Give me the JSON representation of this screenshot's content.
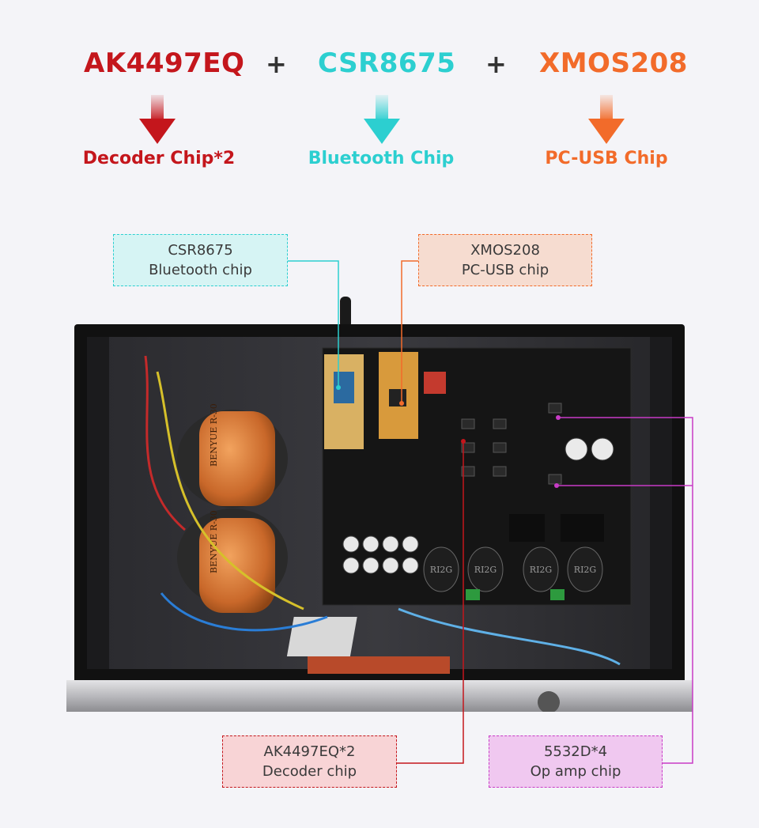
{
  "header": {
    "chip1": {
      "name": "AK4497EQ",
      "desc": "Decoder Chip*2",
      "color": "#c4161c"
    },
    "chip2": {
      "name": "CSR8675",
      "desc": "Bluetooth Chip",
      "color": "#2ccfd0"
    },
    "chip3": {
      "name": "XMOS208",
      "desc": "PC-USB Chip",
      "color": "#f26b2a"
    },
    "plus": "+"
  },
  "callouts": {
    "bluetooth": {
      "line1": "CSR8675",
      "line2": "Bluetooth chip"
    },
    "usb": {
      "line1": "XMOS208",
      "line2": "PC-USB chip"
    },
    "decoder": {
      "line1": "AK4497EQ*2",
      "line2": "Decoder chip"
    },
    "opamp": {
      "line1": "5532D*4",
      "line2": "Op amp chip"
    }
  },
  "transformer_label": "BENYUE R-30",
  "capacitor_label": "RI2G"
}
